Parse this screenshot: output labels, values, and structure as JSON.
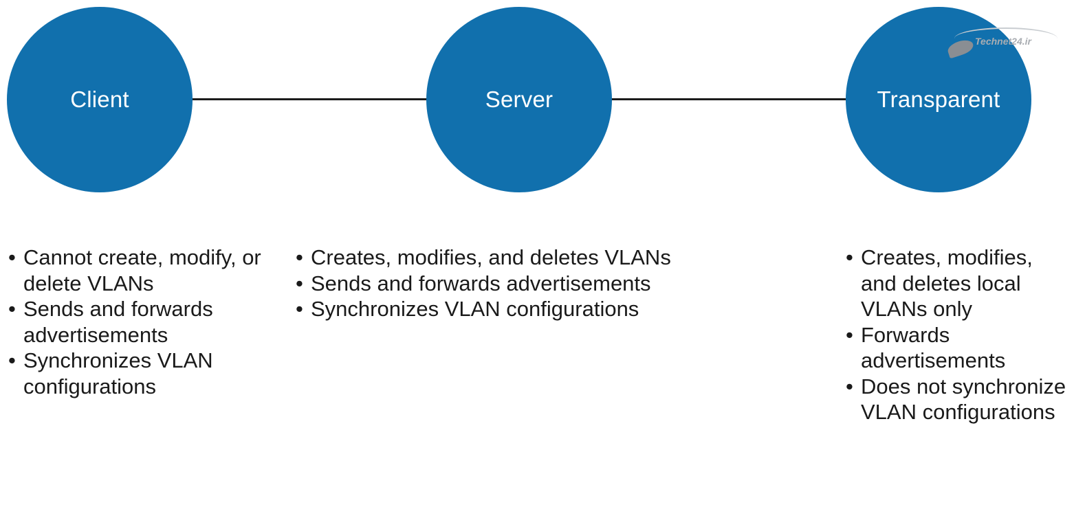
{
  "nodes": [
    {
      "label": "Client",
      "color": "#1170ad",
      "bullets": [
        "Cannot create, modify, or delete VLANs",
        "Sends and forwards advertisements",
        "Synchronizes VLAN configurations"
      ]
    },
    {
      "label": "Server",
      "color": "#1170ad",
      "bullets": [
        "Creates, modifies, and deletes VLANs",
        "Sends and forwards advertisements",
        "Synchronizes VLAN configurations"
      ]
    },
    {
      "label": "Transparent",
      "color": "#1170ad",
      "bullets": [
        "Creates, modifies, and deletes local VLANs only",
        "Forwards advertisements",
        "Does not synchronize VLAN configurations"
      ]
    }
  ],
  "watermark": {
    "text": "Technet24.ir"
  }
}
